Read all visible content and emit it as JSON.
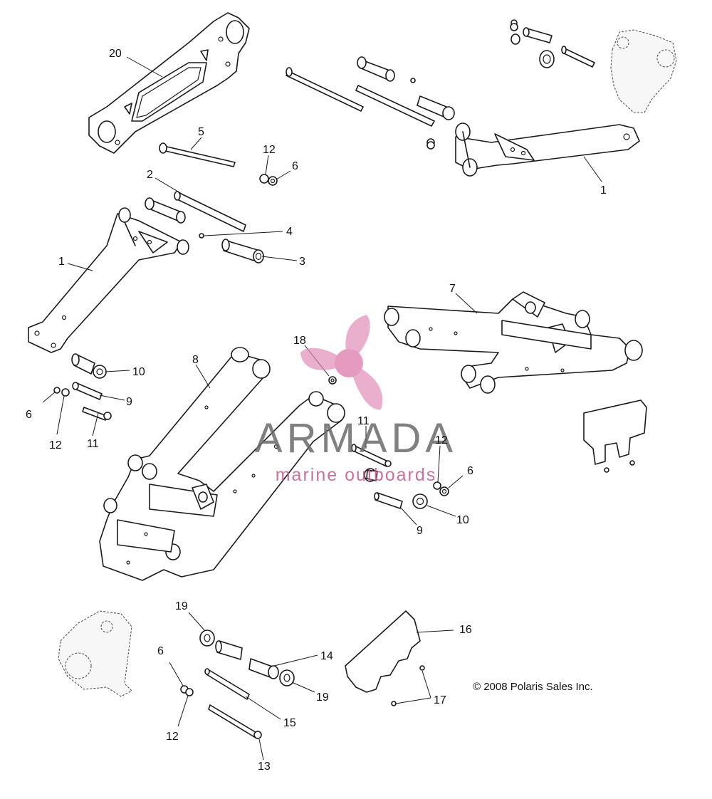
{
  "diagram": {
    "copyright": "© 2008 Polaris Sales Inc.",
    "watermark": {
      "brand": "ARMADA",
      "tagline": "marine outboards",
      "brand_color": "#6a6a6a",
      "accent_color": "#e08ab5"
    },
    "callouts": {
      "c20": "20",
      "c5": "5",
      "c12a": "12",
      "c6a": "6",
      "c2": "2",
      "c4": "4",
      "c3": "3",
      "c1a": "1",
      "c1b": "1",
      "c7": "7",
      "c8": "8",
      "c18": "18",
      "c10a": "10",
      "c9a": "9",
      "c6b": "6",
      "c12b": "12",
      "c11a": "11",
      "c11b": "11",
      "c12c": "12",
      "c6c": "6",
      "c9b": "9",
      "c10b": "10",
      "c19a": "19",
      "c14": "14",
      "c19b": "19",
      "c15": "15",
      "c13": "13",
      "c6d": "6",
      "c12d": "12",
      "c16": "16",
      "c17": "17"
    }
  }
}
